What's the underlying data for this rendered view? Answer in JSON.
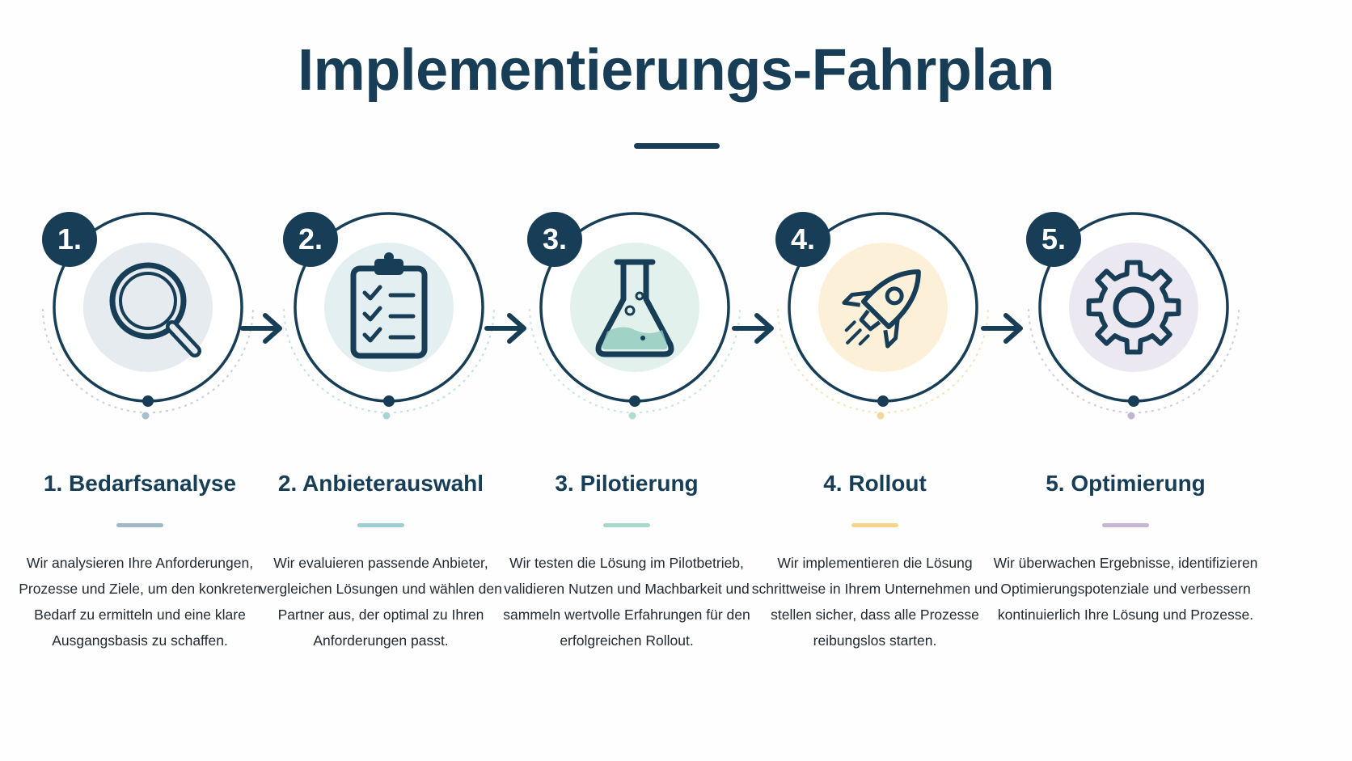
{
  "title": "Implementierungs-Fahrplan",
  "steps": [
    {
      "number": "1.",
      "title": "1. Bedarfsanalyse",
      "text": "Wir analysieren Ihre Anforderungen, Prozesse und Ziele, um den konkreten Bedarf zu ermitteln und eine klare Ausgangsbasis zu schaffen.",
      "icon": "magnifier-icon",
      "accent": "#e6ebf0",
      "bar": "#9fb9c9",
      "dot": "#a9bfcf"
    },
    {
      "number": "2.",
      "title": "2. Anbieterauswahl",
      "text": "Wir evaluieren passende Anbieter, vergleichen Lösungen und wählen den Partner aus, der optimal zu Ihren Anforderungen passt.",
      "icon": "clipboard-checklist-icon",
      "accent": "#e3eff0",
      "bar": "#9ccfd2",
      "dot": "#a7d4d8"
    },
    {
      "number": "3.",
      "title": "3. Pilotierung",
      "text": "Wir testen die Lösung im Pilotbetrieb, validieren Nutzen und Machbarkeit und sammeln wertvolle Erfahrungen für den erfolgreichen Rollout.",
      "icon": "flask-icon",
      "accent": "#e3f1ec",
      "bar": "#a8d8c8",
      "dot": "#b0dccd"
    },
    {
      "number": "4.",
      "title": "4. Rollout",
      "text": "Wir implementieren die Lösung schrittweise in Ihrem Unternehmen und stellen sicher, dass alle Prozesse reibungslos starten.",
      "icon": "rocket-icon",
      "accent": "#fdf0d9",
      "bar": "#f6d58a",
      "dot": "#f5d799"
    },
    {
      "number": "5.",
      "title": "5. Optimierung",
      "text": "Wir überwachen Ergebnisse, identifizieren Optimierungspotenziale und verbessern kontinuierlich Ihre Lösung und Prozesse.",
      "icon": "gear-icon",
      "accent": "#ece8f1",
      "bar": "#c5b6d6",
      "dot": "#c3b4d4"
    }
  ],
  "colors": {
    "primary": "#173e56",
    "ring": "#173e56"
  }
}
